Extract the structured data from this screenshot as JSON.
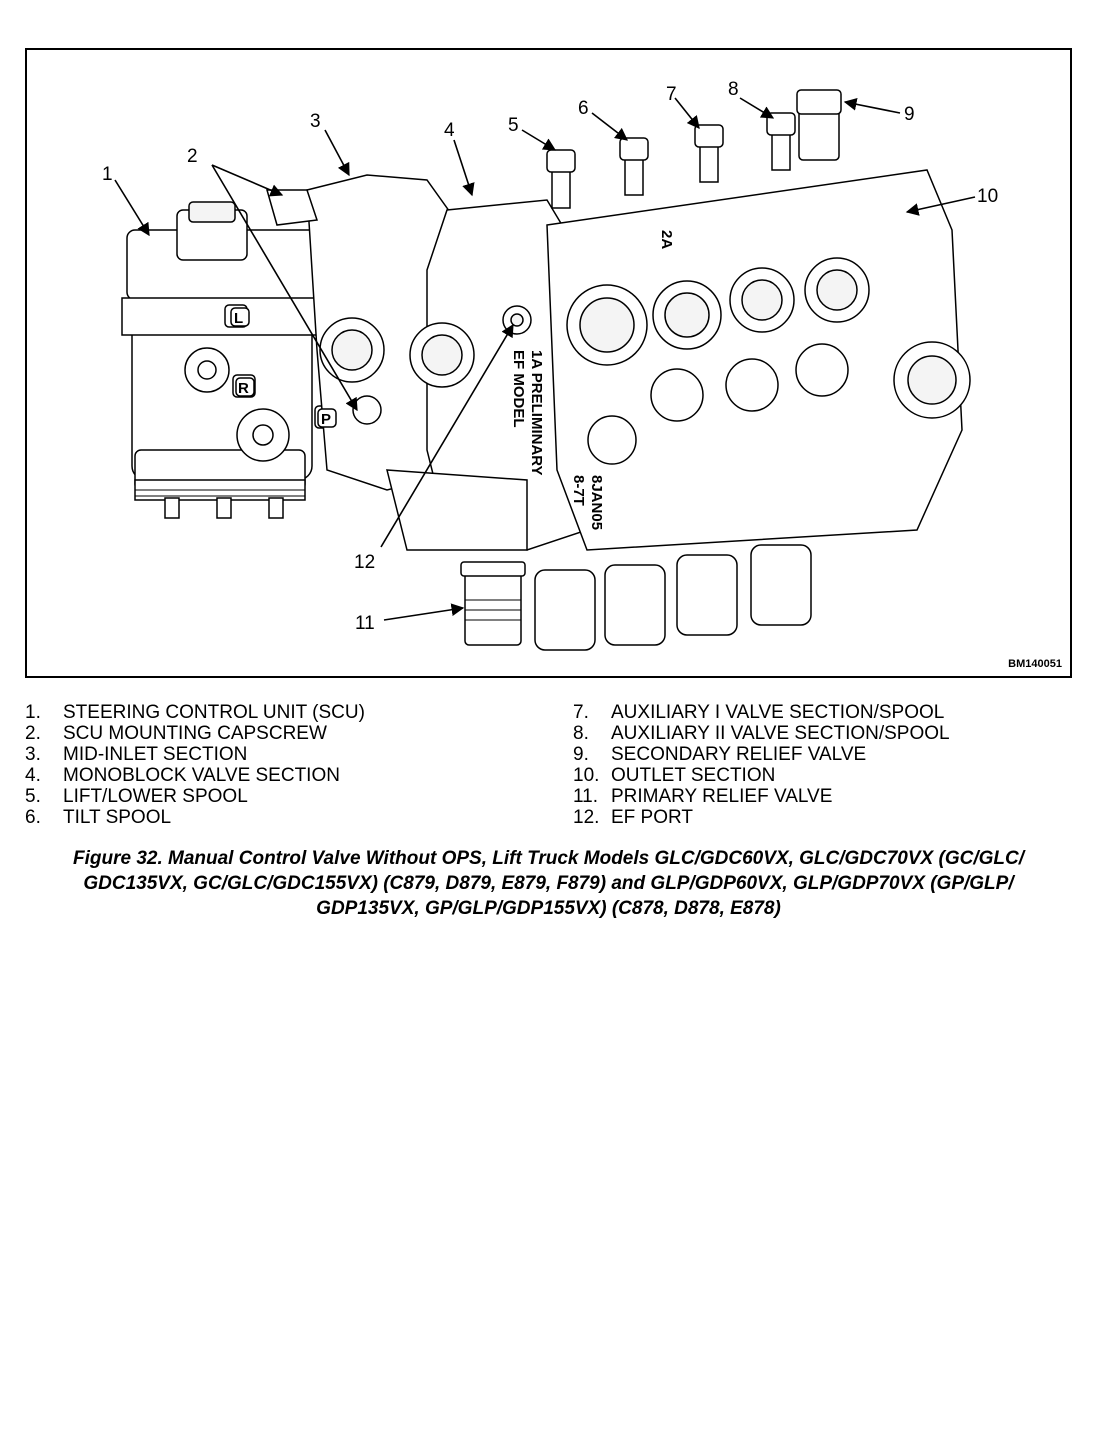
{
  "figure": {
    "ref_id": "BM140051",
    "callouts": [
      "1",
      "2",
      "3",
      "4",
      "5",
      "6",
      "7",
      "8",
      "9",
      "10",
      "11",
      "12"
    ],
    "port_marks": [
      "L",
      "R",
      "P"
    ],
    "stamp_texts": [
      "1A PRELIMINARY",
      "EF MODEL",
      "2A",
      "8JAN05",
      "8-7T"
    ]
  },
  "legend": {
    "left": [
      {
        "num": "1.",
        "label": "STEERING CONTROL UNIT (SCU)"
      },
      {
        "num": "2.",
        "label": "SCU MOUNTING CAPSCREW"
      },
      {
        "num": "3.",
        "label": "MID-INLET SECTION"
      },
      {
        "num": "4.",
        "label": "MONOBLOCK VALVE SECTION"
      },
      {
        "num": "5.",
        "label": "LIFT/LOWER SPOOL"
      },
      {
        "num": "6.",
        "label": "TILT SPOOL"
      }
    ],
    "right": [
      {
        "num": "7.",
        "label": "AUXILIARY I VALVE SECTION/SPOOL"
      },
      {
        "num": "8.",
        "label": "AUXILIARY II VALVE SECTION/SPOOL"
      },
      {
        "num": "9.",
        "label": "SECONDARY RELIEF VALVE"
      },
      {
        "num": "10.",
        "label": "OUTLET SECTION"
      },
      {
        "num": "11.",
        "label": "PRIMARY RELIEF VALVE"
      },
      {
        "num": "12.",
        "label": "EF PORT"
      }
    ]
  },
  "caption": {
    "line1": "Figure 32. Manual Control Valve Without OPS, Lift Truck Models GLC/GDC60VX, GLC/GDC70VX (GC/GLC/",
    "line2": "GDC135VX, GC/GLC/GDC155VX) (C879, D879, E879, F879) and GLP/GDP60VX, GLP/GDP70VX (GP/GLP/",
    "line3": "GDP135VX, GP/GLP/GDP155VX) (C878, D878, E878)"
  }
}
